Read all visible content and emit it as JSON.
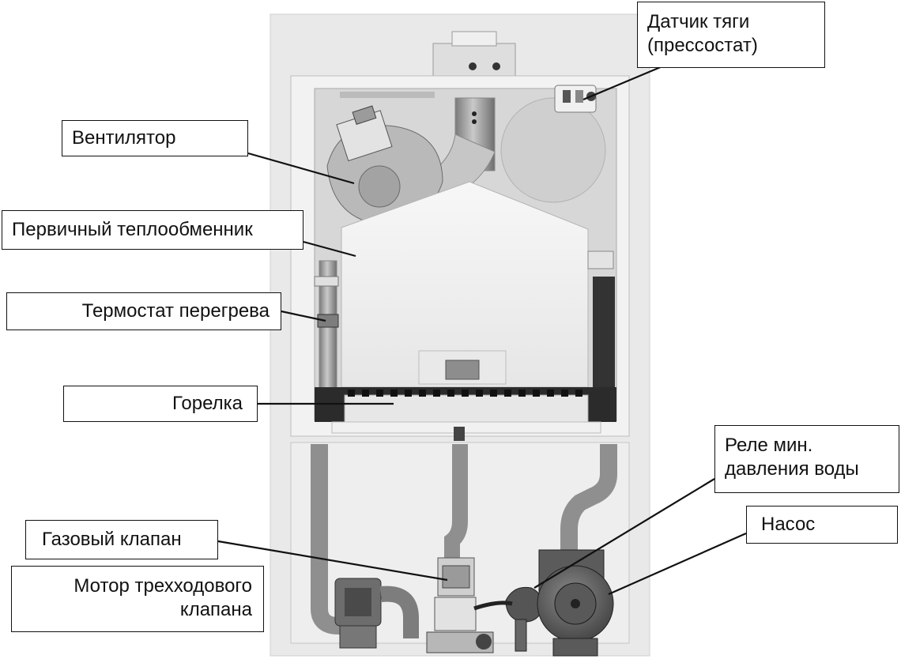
{
  "diagram": {
    "labels": {
      "draft_sensor": [
        "Датчик тяги",
        "(прессостат)"
      ],
      "fan": "Вентилятор",
      "primary_heat_exchanger": "Первичный теплообменник",
      "overheat_thermostat": "Термостат перегрева",
      "burner": "Горелка",
      "min_water_pressure_relay": [
        "Реле мин.",
        "давления воды"
      ],
      "gas_valve": "Газовый клапан",
      "pump": "Насос",
      "three_way_valve_motor": [
        "Мотор трехходового",
        "клапана"
      ]
    }
  }
}
